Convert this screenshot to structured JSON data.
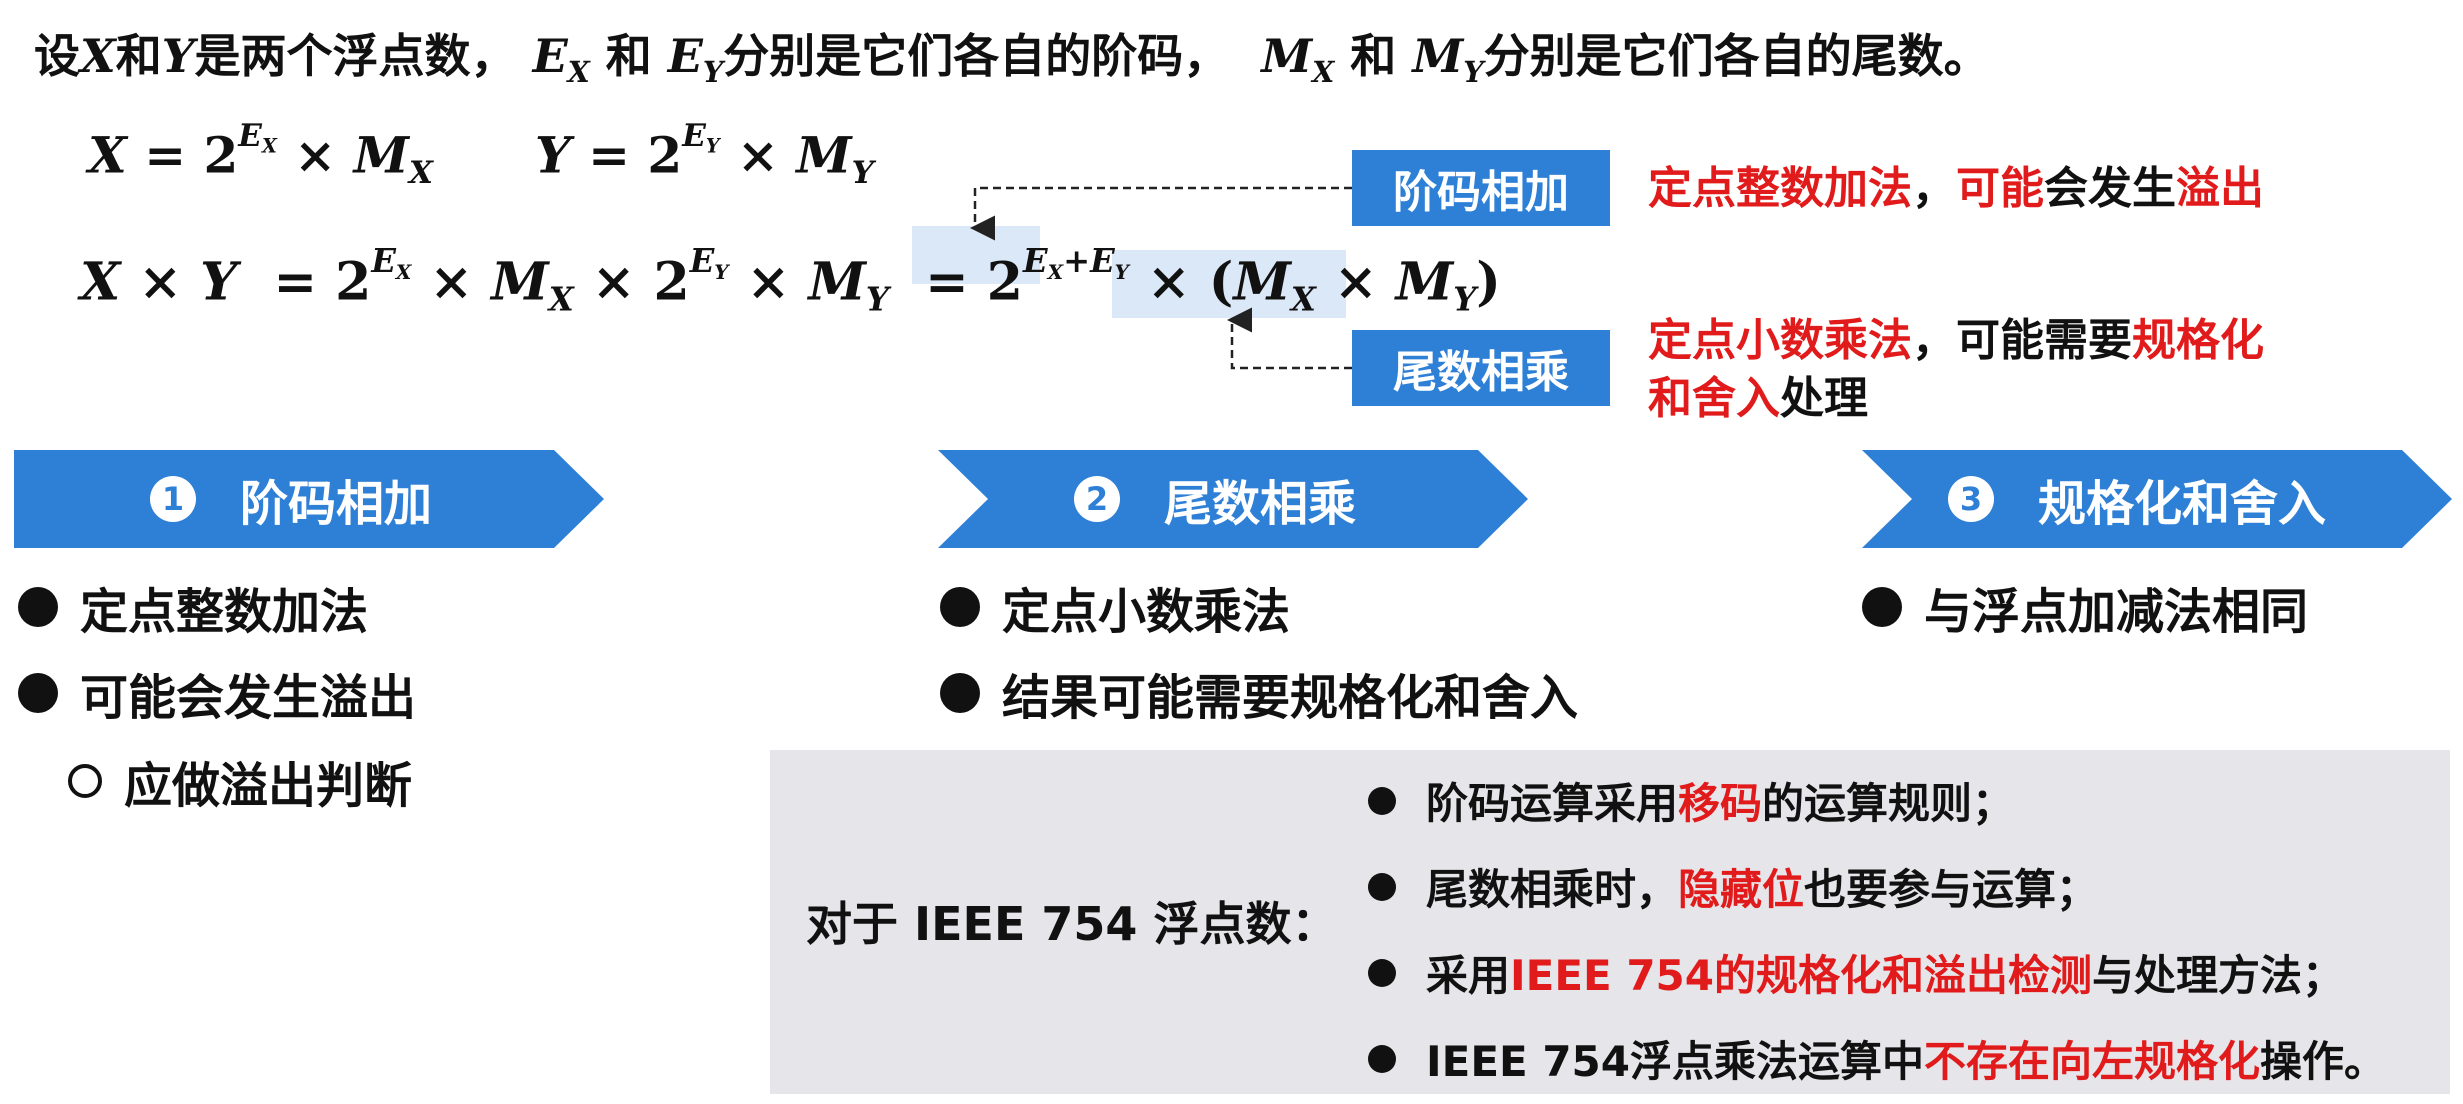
{
  "intro": {
    "p1": "设",
    "x": "X",
    "p2": "和",
    "y": "Y",
    "p3": "是两个浮点数，",
    "ex_base": "E",
    "ex_sub": "X",
    "p4": " 和 ",
    "ey_base": "E",
    "ey_sub": "Y",
    "p5": "分别是它们各自的阶码，",
    "mx_base": "M",
    "mx_sub": "X",
    "p6": " 和 ",
    "my_base": "M",
    "my_sub": "Y",
    "p7": "分别是它们各自的尾数。"
  },
  "formulas": {
    "f1": {
      "lhs": "X",
      "eq": " = 2",
      "exp": "E",
      "exp_sub": "X",
      "times": " × ",
      "m": "M",
      "m_sub": "X"
    },
    "f2": {
      "lhs": "Y",
      "eq": " = 2",
      "exp": "E",
      "exp_sub": "Y",
      "times": " × ",
      "m": "M",
      "m_sub": "Y"
    },
    "f3": {
      "lhs": "X × Y",
      "eq1": "  = 2",
      "e1": "E",
      "e1_sub": "X",
      "t1": " × ",
      "m1": "M",
      "m1_sub": "X",
      "t2": " × 2",
      "e2": "E",
      "e2_sub": "Y",
      "t3": " × ",
      "m2": "M",
      "m2_sub": "Y",
      "eq2": "  = 2",
      "e3a": "E",
      "e3a_sub": "X",
      "plus": "+",
      "e3b": "E",
      "e3b_sub": "Y",
      "t4": " × (",
      "m3": "M",
      "m3_sub": "X",
      "t5": " × ",
      "m4": "M",
      "m4_sub": "Y",
      "close": ")"
    }
  },
  "tags": {
    "exponent_add": "阶码相加",
    "mantissa_mul": "尾数相乘"
  },
  "notes": {
    "n1_a": "定点整数加法",
    "n1_b": "，",
    "n1_c": "可能",
    "n1_d": "会发生",
    "n1_e": "溢出",
    "n2_a": "定点小数乘法",
    "n2_b": "，可能需要",
    "n2_c": "规格化",
    "n2_d": "和舍入",
    "n2_e": "处理"
  },
  "steps": [
    {
      "num": "1",
      "label": "阶码相加"
    },
    {
      "num": "2",
      "label": "尾数相乘"
    },
    {
      "num": "3",
      "label": "规格化和舍入"
    }
  ],
  "bullets": {
    "col1": [
      "定点整数加法",
      "可能会发生溢出"
    ],
    "col1_sub": "应做溢出判断",
    "col2": [
      "定点小数乘法",
      "结果可能需要规格化和舍入"
    ],
    "col3": [
      "与浮点加减法相同"
    ]
  },
  "ieee": {
    "title": "对于 IEEE 754 浮点数：",
    "l1_a": "阶码运算采用",
    "l1_b": "移码",
    "l1_c": "的运算规则；",
    "l2_a": "尾数相乘时，",
    "l2_b": "隐藏位",
    "l2_c": "也要参与运算；",
    "l3_a": "采用",
    "l3_b": "IEEE 754的规格化和溢出检测",
    "l3_c": "与处理方法；",
    "l4_a": "IEEE 754浮点乘法运算中",
    "l4_b": "不存在向左规格化",
    "l4_c": "操作。"
  },
  "colors": {
    "accent_blue": "#2e7fd6",
    "highlight_red": "#e11b1b",
    "highlight_bg": "#dbe8f8",
    "box_bg": "#e6e6ea"
  }
}
